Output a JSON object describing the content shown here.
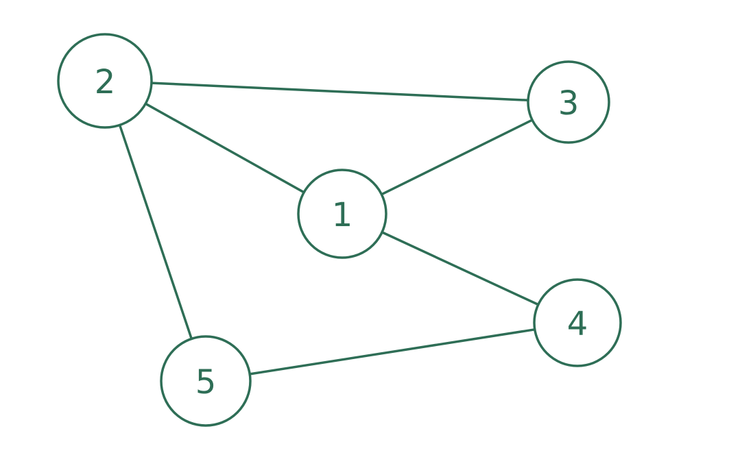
{
  "diagram": {
    "type": "undirected-graph",
    "color": "#2e6e56",
    "background": "#ffffff",
    "nodes": [
      {
        "id": "1",
        "label": "1"
      },
      {
        "id": "2",
        "label": "2"
      },
      {
        "id": "3",
        "label": "3"
      },
      {
        "id": "4",
        "label": "4"
      },
      {
        "id": "5",
        "label": "5"
      }
    ],
    "edges": [
      {
        "from": "2",
        "to": "3"
      },
      {
        "from": "2",
        "to": "1"
      },
      {
        "from": "2",
        "to": "5"
      },
      {
        "from": "1",
        "to": "3"
      },
      {
        "from": "1",
        "to": "4"
      },
      {
        "from": "5",
        "to": "4"
      }
    ]
  }
}
